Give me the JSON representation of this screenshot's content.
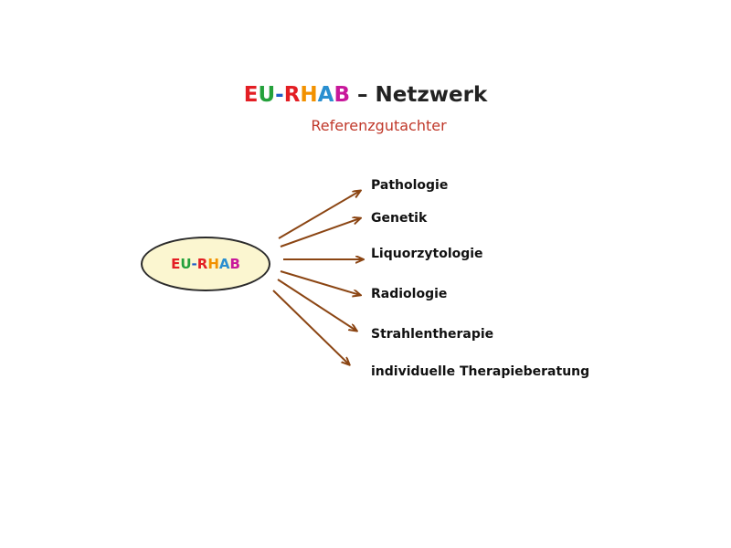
{
  "title": {
    "letters": [
      {
        "char": "E",
        "color": "#e31e24"
      },
      {
        "char": "U",
        "color": "#24a13b"
      },
      {
        "char": "-",
        "color": "#1e5cc8"
      },
      {
        "char": "R",
        "color": "#e31e24"
      },
      {
        "char": "H",
        "color": "#f29100"
      },
      {
        "char": "A",
        "color": "#2a8fd0"
      },
      {
        "char": "B",
        "color": "#c8189b"
      }
    ],
    "suffix": " – Netzwerk"
  },
  "subtitle": "Referenzgutachter",
  "center_node": {
    "letters": [
      {
        "char": "E",
        "color": "#e31e24"
      },
      {
        "char": "U",
        "color": "#24a13b"
      },
      {
        "char": "-",
        "color": "#1e5cc8"
      },
      {
        "char": "R",
        "color": "#e31e24"
      },
      {
        "char": "H",
        "color": "#f29100"
      },
      {
        "char": "A",
        "color": "#2a8fd0"
      },
      {
        "char": "B",
        "color": "#c8189b"
      }
    ]
  },
  "targets": [
    {
      "label": "Pathologie"
    },
    {
      "label": "Genetik"
    },
    {
      "label": "Liquorzytologie"
    },
    {
      "label": "Radiologie"
    },
    {
      "label": "Strahlentherapie"
    },
    {
      "label": "individuelle Therapieberatung"
    }
  ],
  "colors": {
    "arrow": "#8b4513",
    "ellipse_fill": "#fbf6d0",
    "subtitle": "#c0392b"
  }
}
